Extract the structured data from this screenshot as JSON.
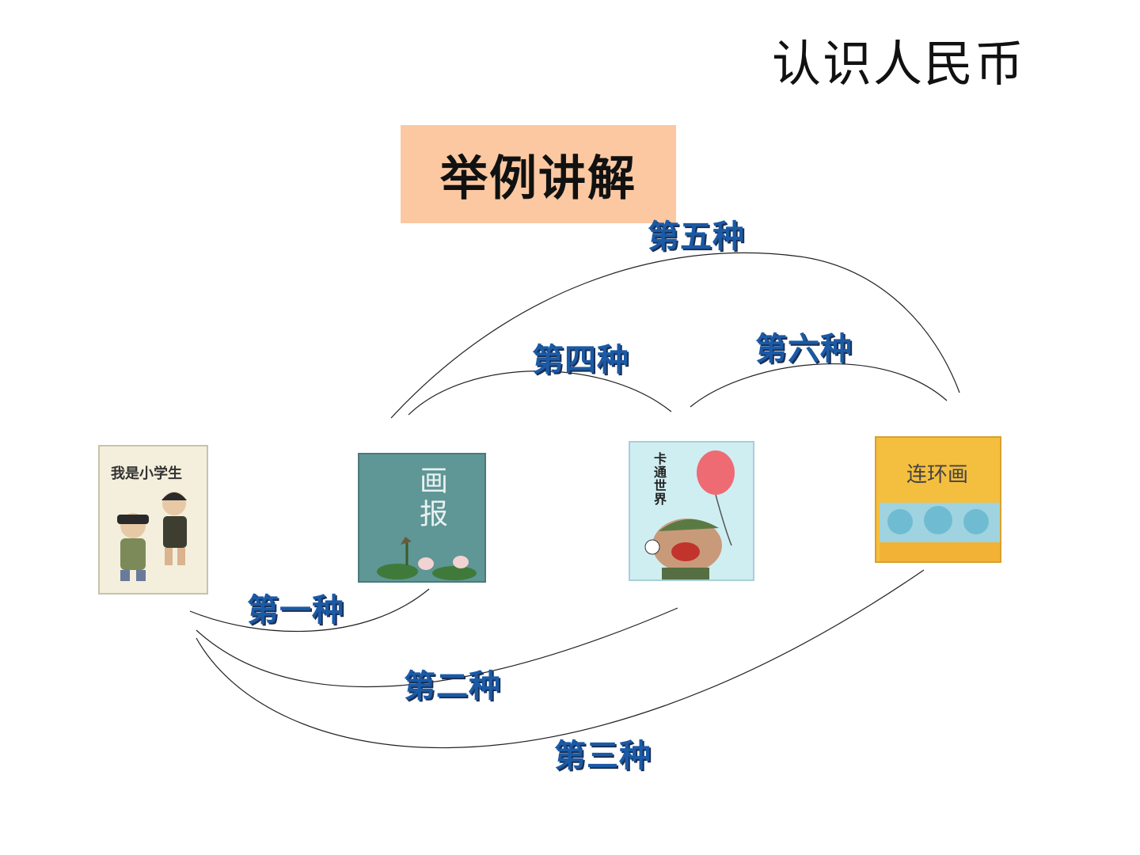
{
  "header": {
    "title": "认识人民币"
  },
  "section": {
    "label": "举例讲解"
  },
  "books": [
    {
      "id": "book1",
      "title": "我是小学生",
      "cover_color": "#f3efdc"
    },
    {
      "id": "book2",
      "title": "画报",
      "cover_color": "#5f9696"
    },
    {
      "id": "book3",
      "title": "卡通世界",
      "cover_color": "#cfeef2"
    },
    {
      "id": "book4",
      "title": "连环画",
      "cover_color": "#f4bf3e"
    }
  ],
  "ways": [
    {
      "label": "第一种",
      "from": "book1",
      "to": "book2"
    },
    {
      "label": "第二种",
      "from": "book1",
      "to": "book3"
    },
    {
      "label": "第三种",
      "from": "book1",
      "to": "book4"
    },
    {
      "label": "第四种",
      "from": "book2",
      "to": "book3"
    },
    {
      "label": "第五种",
      "from": "book2",
      "to": "book4"
    },
    {
      "label": "第六种",
      "from": "book3",
      "to": "book4"
    }
  ],
  "colors": {
    "label_blue": "#1a5aa6",
    "box_fill": "#fbc8a2"
  }
}
